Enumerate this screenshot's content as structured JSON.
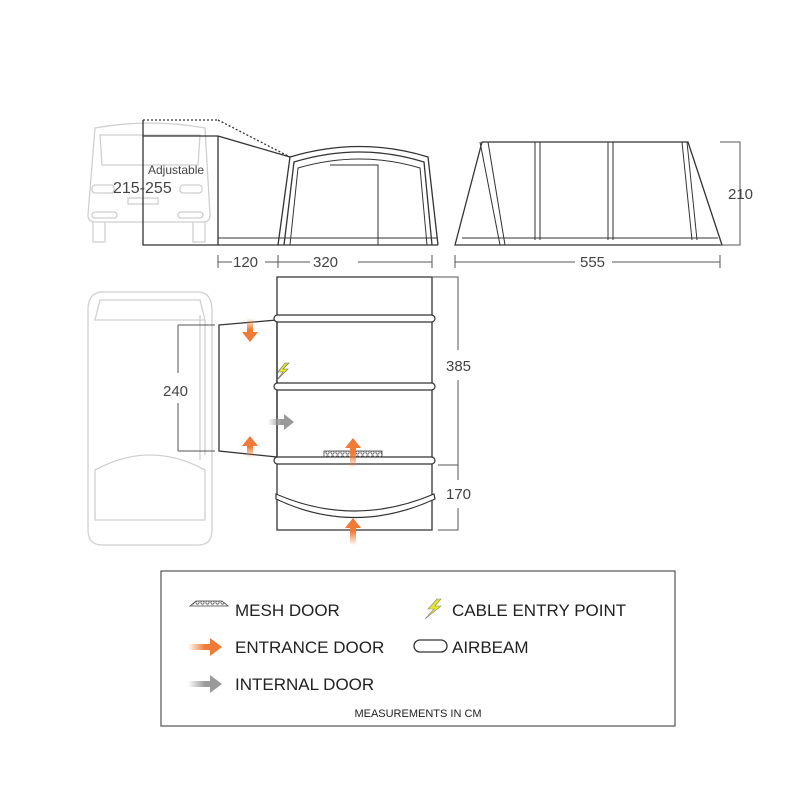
{
  "colors": {
    "entrance": "#f07a36",
    "internal": "#9a9a9a",
    "cable": "#e6e62a",
    "line": "#333333",
    "van": "#cfcfcf"
  },
  "side_view": {
    "adjustable_label": "Adjustable",
    "height_range": "215-255",
    "dim_canopy": "120",
    "dim_tent": "320"
  },
  "end_view": {
    "dim_height": "210",
    "dim_length": "555"
  },
  "plan_view": {
    "dim_width": "240",
    "dim_main": "385",
    "dim_porch": "170"
  },
  "legend": {
    "items": [
      {
        "icon": "mesh-door-icon",
        "label": "MESH DOOR"
      },
      {
        "icon": "cable-entry-icon",
        "label": "CABLE ENTRY POINT"
      },
      {
        "icon": "entrance-door-arrow-icon",
        "label": "ENTRANCE DOOR"
      },
      {
        "icon": "airbeam-icon",
        "label": "AIRBEAM"
      },
      {
        "icon": "internal-door-arrow-icon",
        "label": "INTERNAL DOOR"
      }
    ],
    "footer": "MEASUREMENTS IN CM"
  }
}
